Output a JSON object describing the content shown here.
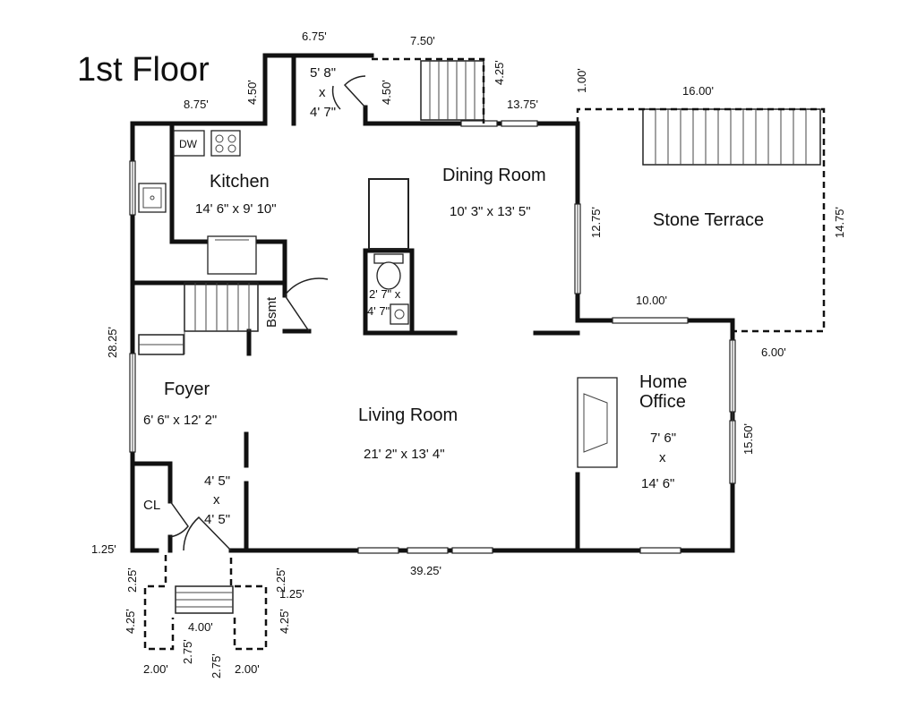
{
  "title": "1st Floor",
  "rooms": {
    "kitchen": {
      "name": "Kitchen",
      "size": "14' 6\" x 9' 10\""
    },
    "dining": {
      "name": "Dining Room",
      "size": "10' 3\" x 13' 5\""
    },
    "terrace": {
      "name": "Stone Terrace"
    },
    "foyer": {
      "name": "Foyer",
      "size": "6' 6\" x 12' 2\""
    },
    "living": {
      "name": "Living Room",
      "size": "21' 2\" x 13' 4\""
    },
    "office": {
      "name_line1": "Home",
      "name_line2": "Office",
      "size_line1": "7' 6\"",
      "size_x": "x",
      "size_line2": "14' 6\""
    },
    "closet": {
      "name": "CL"
    },
    "basement": {
      "name": "Bsmt"
    },
    "pantry": {
      "size_line1": "5' 8\"",
      "size_x": "x",
      "size_line2": "4' 7\""
    },
    "bath": {
      "size_line1": "2' 7\" x",
      "size_line2": "4' 7\""
    },
    "vestibule": {
      "size_line1": "4' 5\"",
      "size_x": "x",
      "size_line2": "4' 5\""
    }
  },
  "appliances": {
    "dishwasher": "DW"
  },
  "dimensions": {
    "top_6_75": "6.75'",
    "top_7_50": "7.50'",
    "right_4_25": "4.25'",
    "right_1_00": "1.00'",
    "kitchen_4_50": "4.50'",
    "pantry_4_50": "4.50'",
    "top_8_75": "8.75'",
    "top_13_75": "13.75'",
    "terrace_16_00": "16.00'",
    "terrace_14_75": "14.75'",
    "dining_12_75": "12.75'",
    "office_10_00": "10.00'",
    "terrace_6_00": "6.00'",
    "left_28_25": "28.25'",
    "office_15_50": "15.50'",
    "bottom_39_25": "39.25'",
    "left_1_25": "1.25'",
    "step_2_25_left": "2.25'",
    "step_2_25_right": "2.25'",
    "step_1_25": "1.25'",
    "step_4_25_left": "4.25'",
    "step_4_25_right": "4.25'",
    "step_4_00": "4.00'",
    "step_2_75_a": "2.75'",
    "step_2_75_b": "2.75'",
    "step_2_00_left": "2.00'",
    "step_2_00_right": "2.00'"
  }
}
